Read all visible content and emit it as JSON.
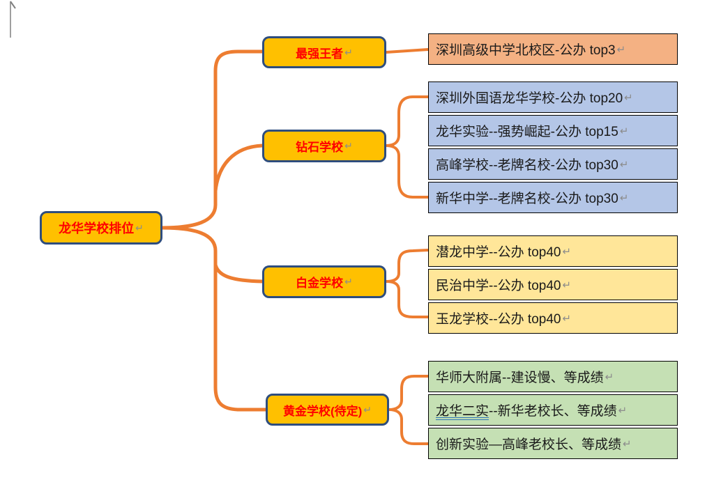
{
  "colors": {
    "connector": "#ED7D31",
    "node_fill": "#FFC000",
    "node_border": "#2E4D7E",
    "node_text": "#FF0000",
    "leaf_text": "#1a1a1a",
    "leaf_border": "#000000",
    "return_mark": "#8C8C8C",
    "underline": "#2E75B6"
  },
  "marks": {
    "return": "↵"
  },
  "root": {
    "label": "龙华学校排位"
  },
  "branches": [
    {
      "label": "最强王者",
      "item_bg": "#F4B183",
      "items": [
        {
          "underlined": "",
          "text": "深圳高级中学北校区-公办 top3"
        }
      ]
    },
    {
      "label": "钻石学校",
      "item_bg": "#B4C6E7",
      "items": [
        {
          "underlined": "",
          "text": "深圳外国语龙华学校-公办 top20"
        },
        {
          "underlined": "",
          "text": "龙华实验--强势崛起-公办 top15"
        },
        {
          "underlined": "",
          "text": "高峰学校--老牌名校-公办 top30"
        },
        {
          "underlined": "",
          "text": "新华中学--老牌名校-公办 top30"
        }
      ]
    },
    {
      "label": "白金学校",
      "item_bg": "#FFE699",
      "items": [
        {
          "underlined": "",
          "text": "潜龙中学--公办 top40"
        },
        {
          "underlined": "",
          "text": "民治中学--公办 top40"
        },
        {
          "underlined": "",
          "text": "玉龙学校--公办 top40"
        }
      ]
    },
    {
      "label": "黄金学校(待定)",
      "item_bg": "#C5E0B4",
      "items": [
        {
          "underlined": "",
          "text": "华师大附属--建设慢、等成绩"
        },
        {
          "underlined": "龙华二实",
          "text": "--新华老校长、等成绩"
        },
        {
          "underlined": "",
          "text": "创新实验—高峰老校长、等成绩"
        }
      ]
    }
  ]
}
